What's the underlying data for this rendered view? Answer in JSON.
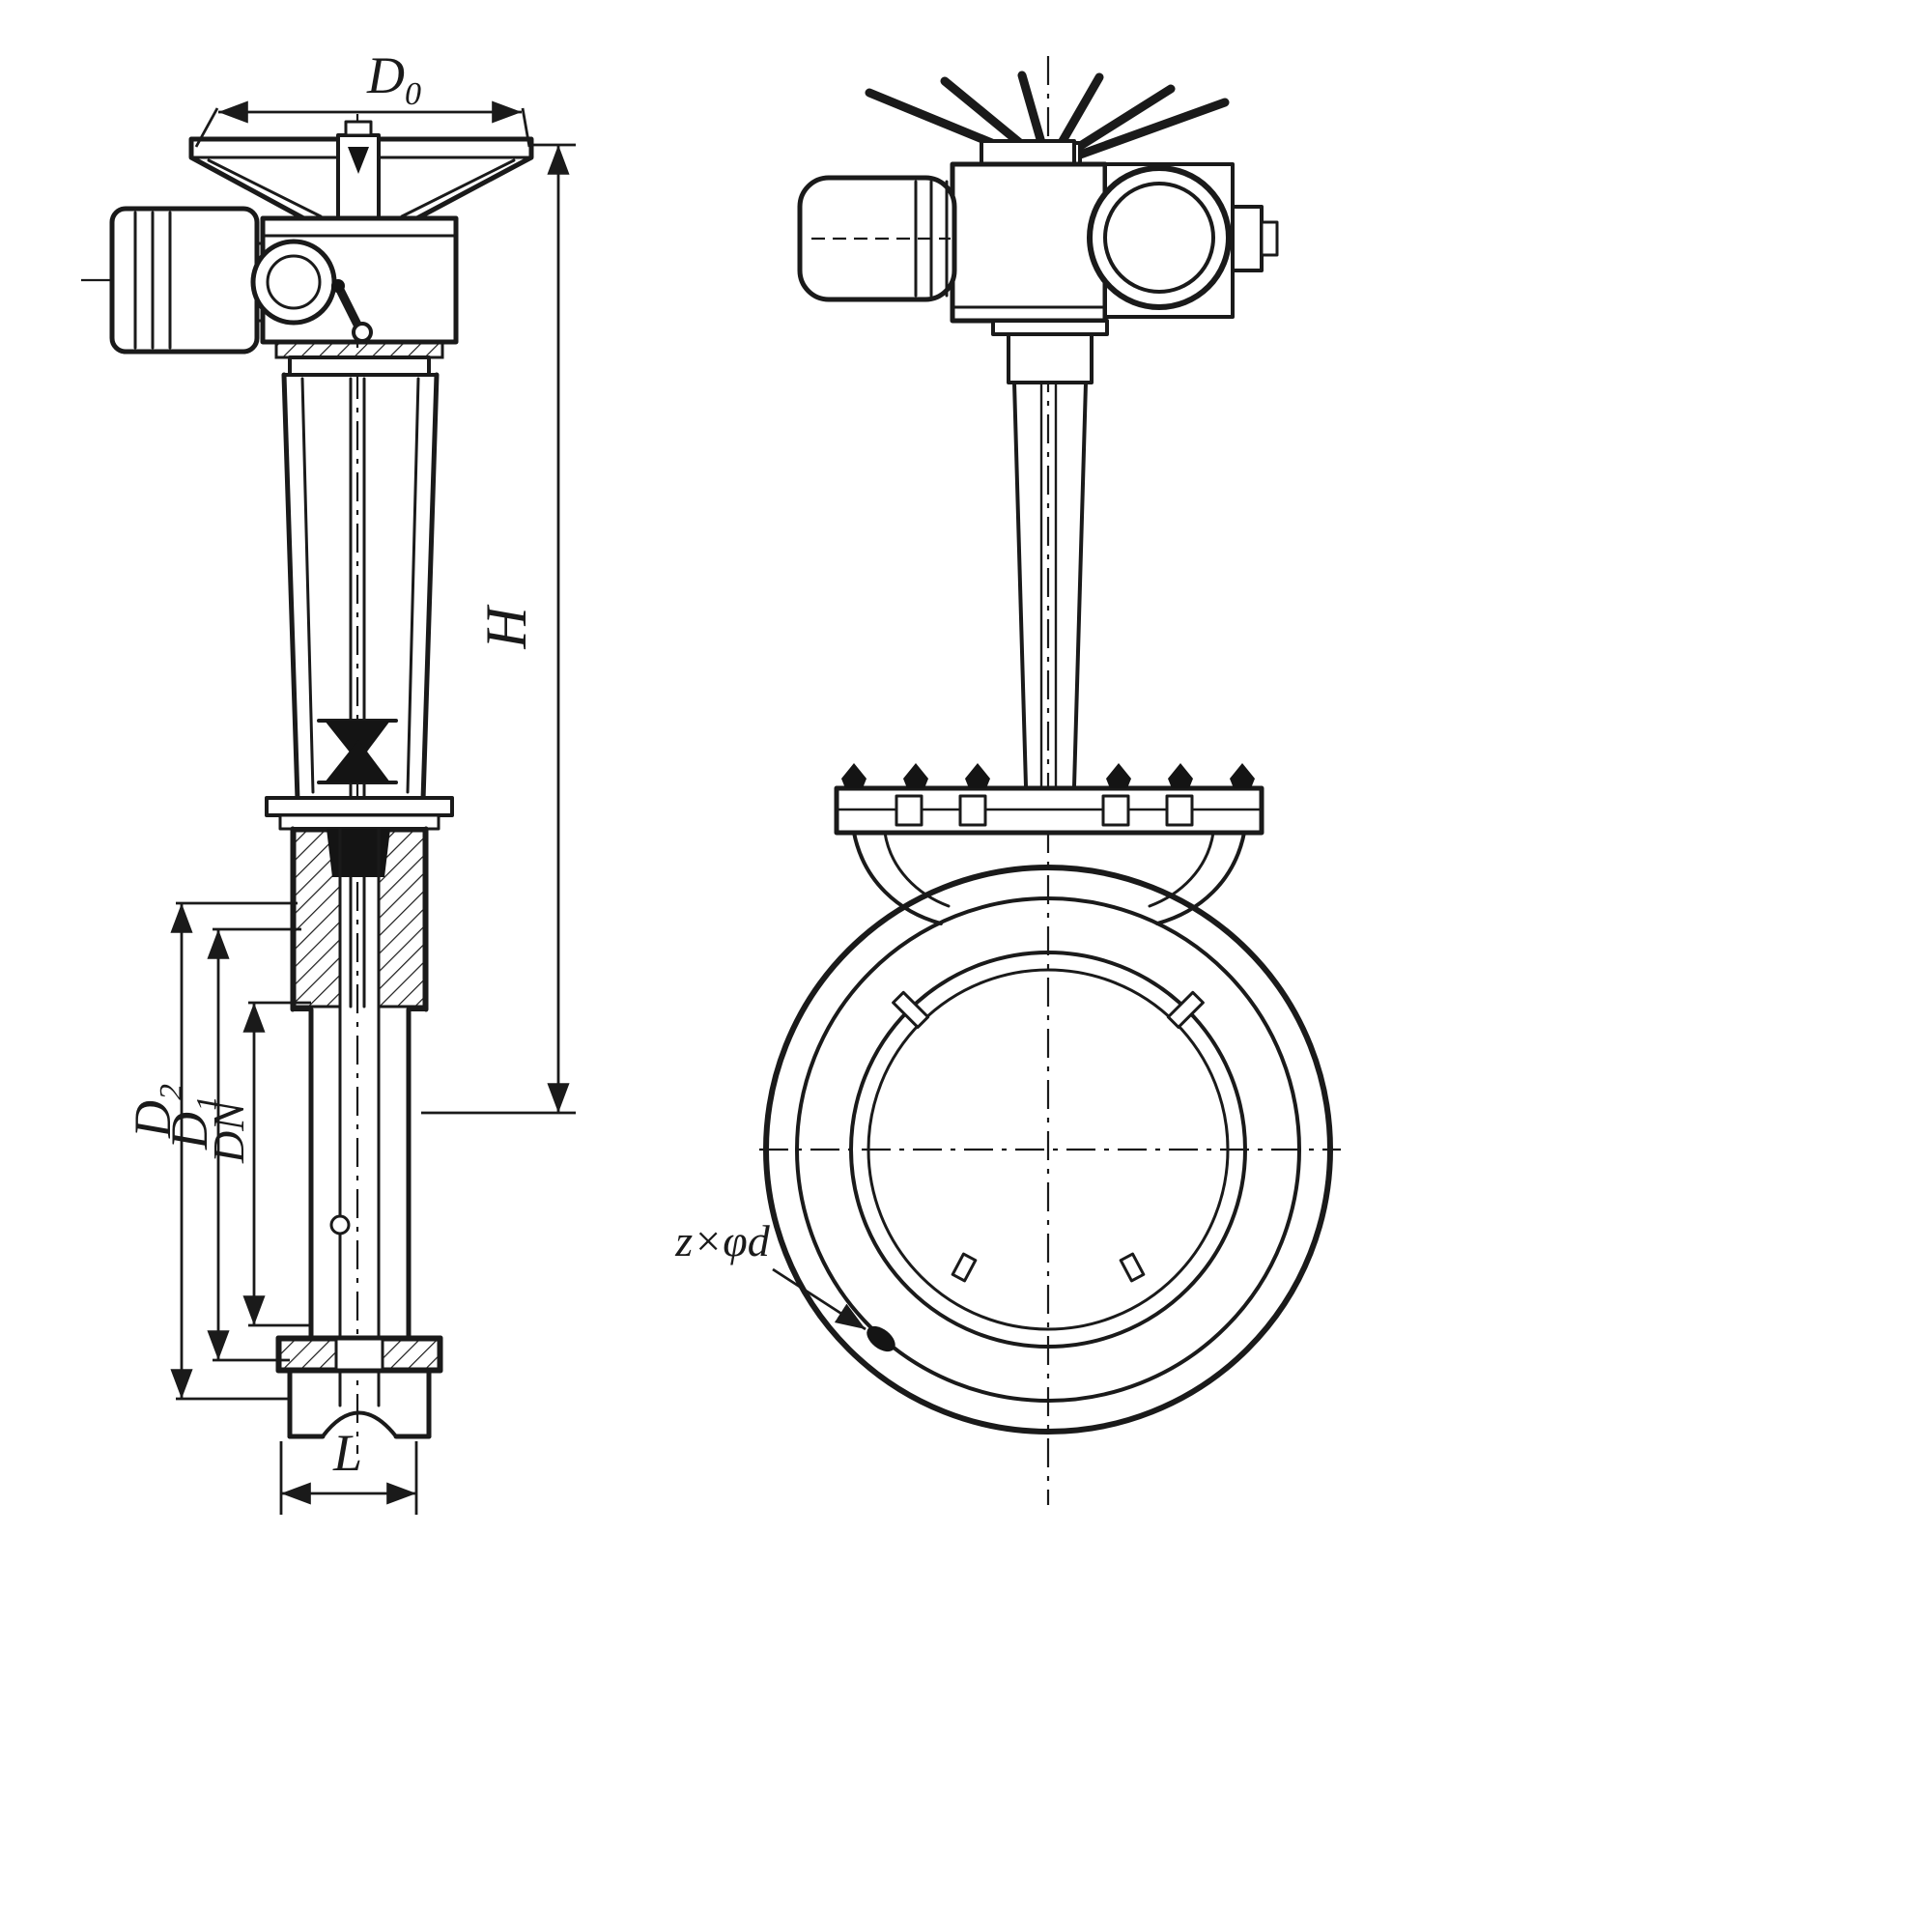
{
  "page": {
    "kind": "technical-drawing",
    "colors": {
      "ink": "#1a1a1a",
      "paper": "#ffffff"
    }
  },
  "labels": {
    "d0": {
      "base": "D",
      "sub": "0"
    },
    "h": "H",
    "d2": {
      "base": "D",
      "sub": "2"
    },
    "d1": {
      "base": "D",
      "sub": "1"
    },
    "dn": "DN",
    "l": "L",
    "bolt_note": "z×φd"
  }
}
